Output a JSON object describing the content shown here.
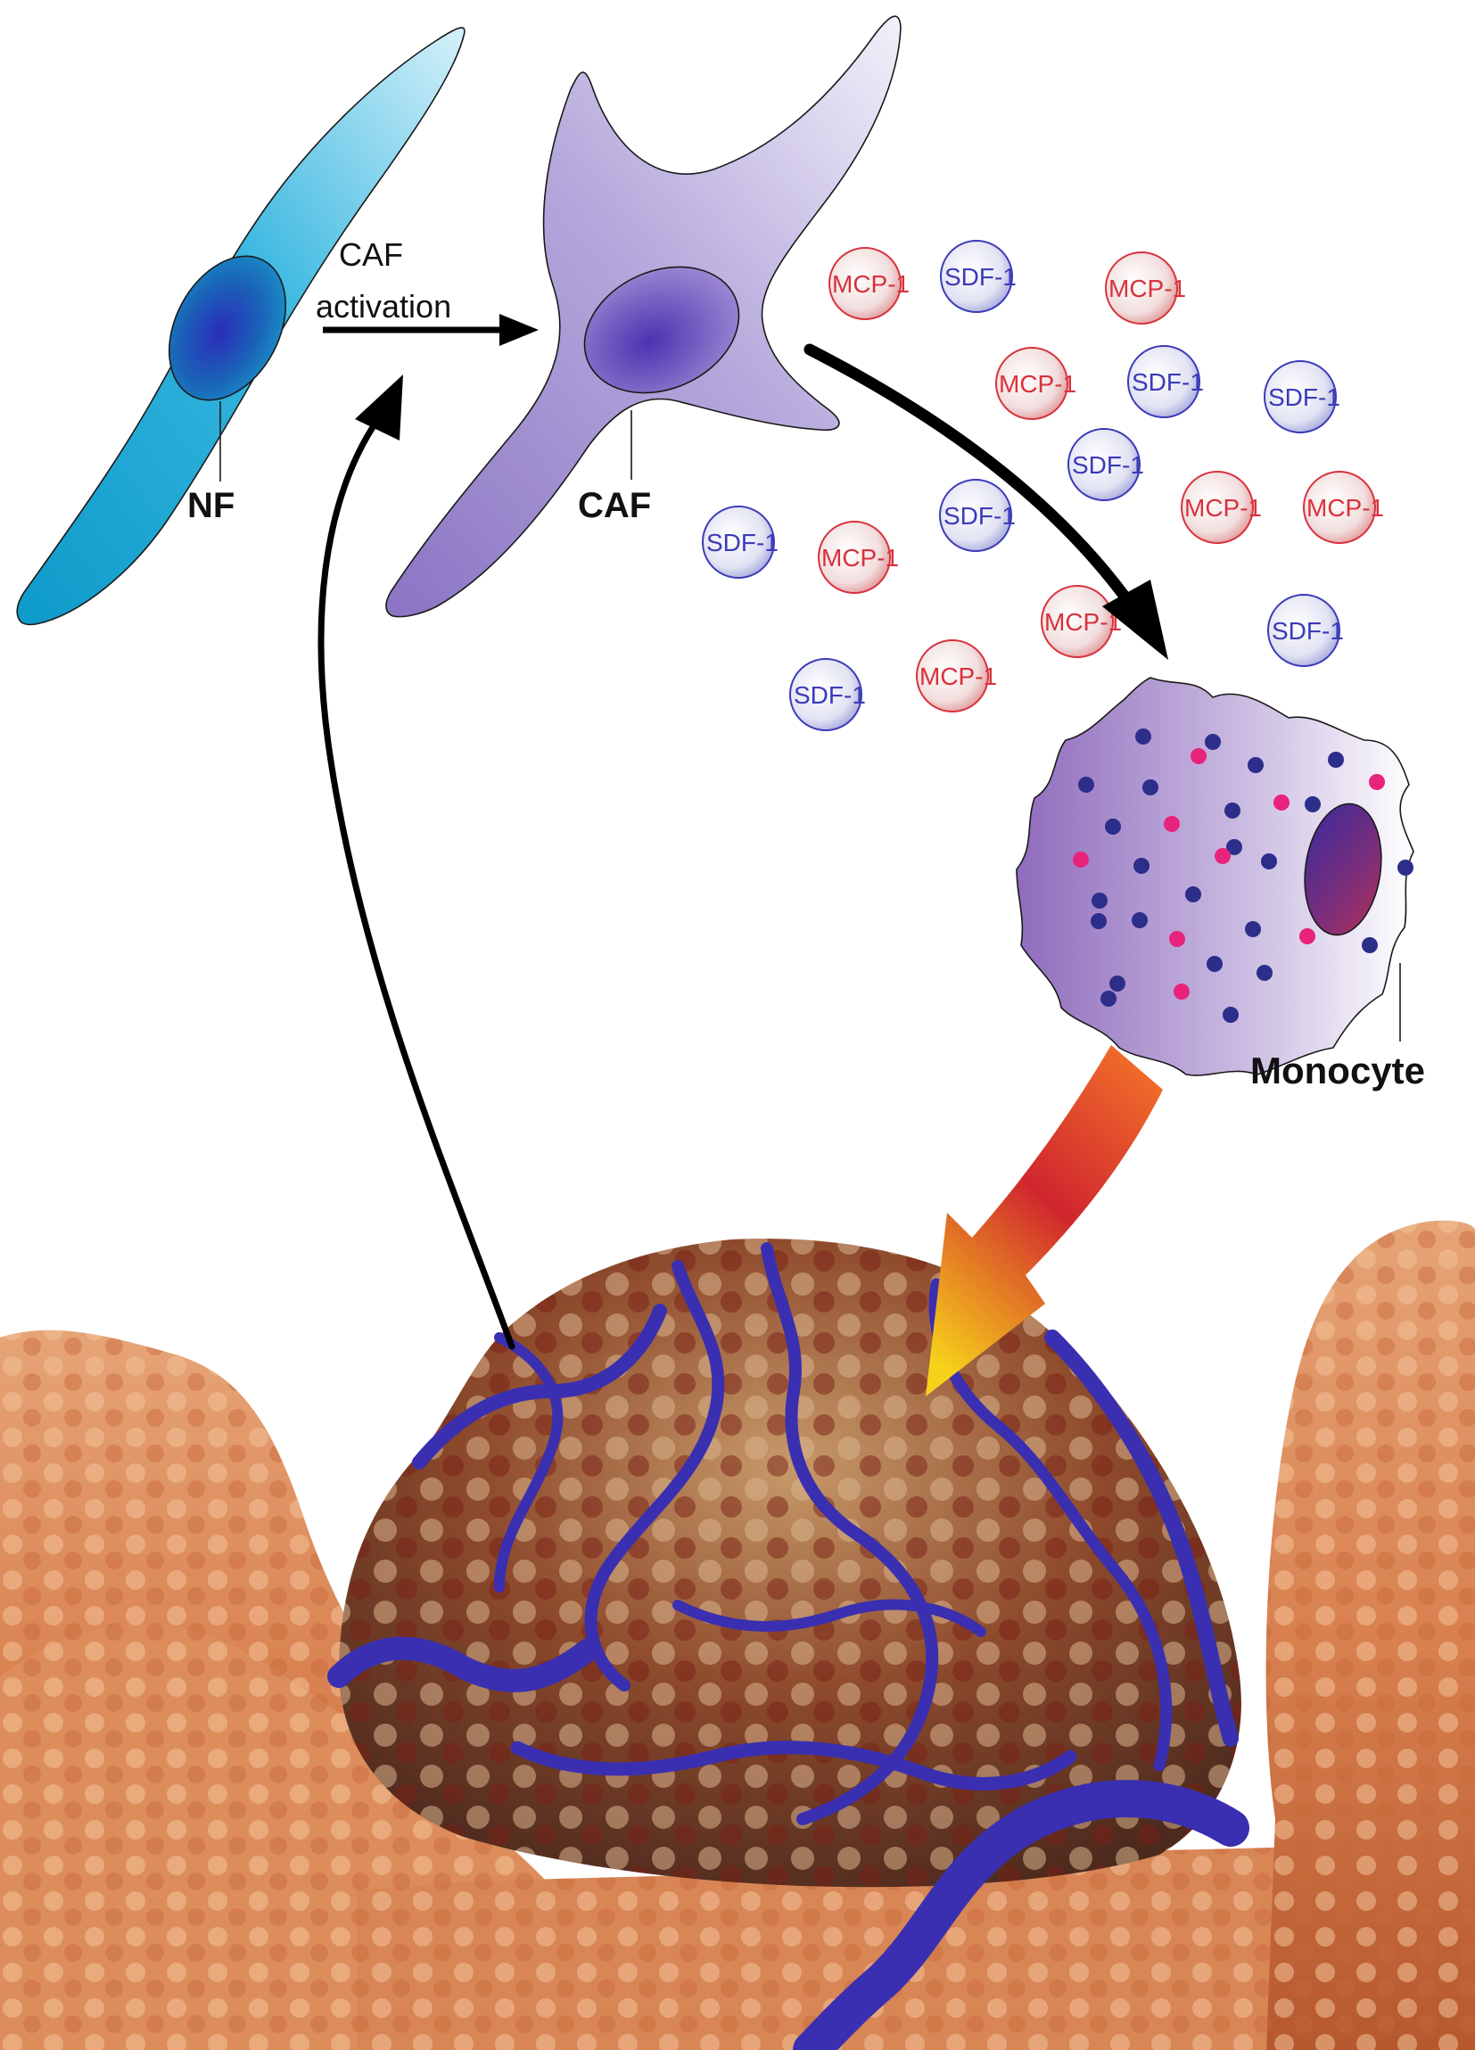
{
  "labels": {
    "nf": "NF",
    "caf": "CAF",
    "caf_activation_line1": "CAF",
    "caf_activation_line2": "activation",
    "monocyte": "Monocyte"
  },
  "cytokines": [
    {
      "label": "MCP-1",
      "color": "#d8323c"
    },
    {
      "label": "SDF-1",
      "color": "#3b3bb8"
    },
    {
      "label": "MCP-1",
      "color": "#d8323c"
    },
    {
      "label": "MCP-1",
      "color": "#d8323c"
    },
    {
      "label": "SDF-1",
      "color": "#3b3bb8"
    },
    {
      "label": "SDF-1",
      "color": "#3b3bb8"
    },
    {
      "label": "SDF-1",
      "color": "#3b3bb8"
    },
    {
      "label": "MCP-1",
      "color": "#d8323c"
    },
    {
      "label": "MCP-1",
      "color": "#d8323c"
    },
    {
      "label": "SDF-1",
      "color": "#3b3bb8"
    },
    {
      "label": "SDF-1",
      "color": "#3b3bb8"
    },
    {
      "label": "MCP-1",
      "color": "#d8323c"
    },
    {
      "label": "MCP-1",
      "color": "#d8323c"
    },
    {
      "label": "SDF-1",
      "color": "#3b3bb8"
    },
    {
      "label": "SDF-1",
      "color": "#3b3bb8"
    },
    {
      "label": "MCP-1",
      "color": "#d8323c"
    }
  ],
  "colors": {
    "nf_cell": "#1fa9d6",
    "caf_cell": "#9a8cd0",
    "monocyte": "#a889cc",
    "granule_blue": "#2d2d8a",
    "granule_pink": "#e8237c",
    "vessel": "#3a2fb0",
    "tumor": "#8a4a2e",
    "tissue": "#e39a68"
  }
}
